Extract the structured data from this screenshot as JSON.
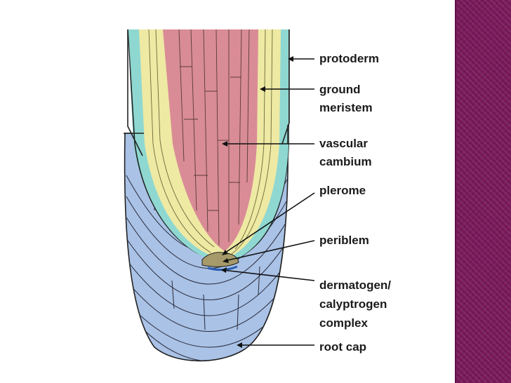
{
  "labels": {
    "protoderm": "protoderm",
    "ground_1": "ground",
    "ground_2": "meristem",
    "vascular_1": "vascular",
    "vascular_2": "cambium",
    "plerome": "plerome",
    "periblem": "periblem",
    "dermatogen_1": "dermatogen/",
    "dermatogen_2": "calyptrogen",
    "dermatogen_3": "complex",
    "root_cap": "root cap"
  },
  "colors": {
    "vascular": "#d98c96",
    "ground": "#eee9a3",
    "protoderm": "#8fd8d2",
    "root_cap": "#a9c2e6",
    "tip": "#a69a6a",
    "panel": "#7b1a5b"
  }
}
